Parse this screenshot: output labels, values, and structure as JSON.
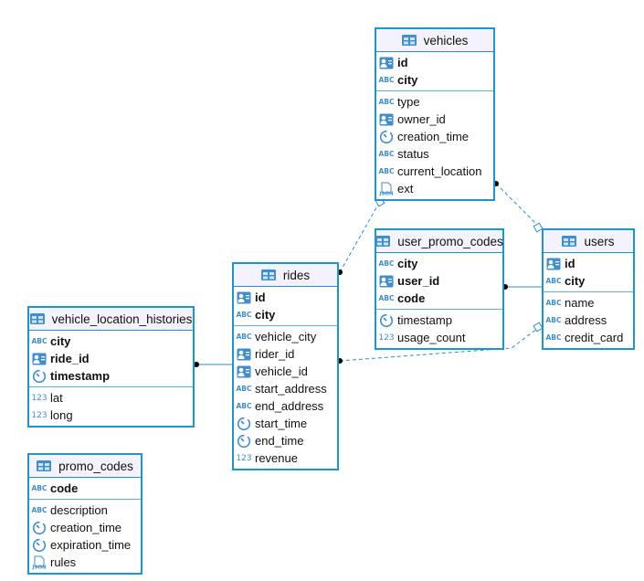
{
  "colors": {
    "border": "#1a96d4",
    "header_bg": "#f3f2fd",
    "icon": "#3f8ed0",
    "line": "#2a8fc8"
  },
  "tables": [
    {
      "id": "vehicles",
      "name": "vehicles",
      "keys": [
        {
          "name": "id",
          "icon": "key-icon"
        },
        {
          "name": "city",
          "icon": "abc-icon"
        }
      ],
      "columns": [
        {
          "name": "type",
          "icon": "abc-icon"
        },
        {
          "name": "owner_id",
          "icon": "key-icon"
        },
        {
          "name": "creation_time",
          "icon": "clock-icon"
        },
        {
          "name": "status",
          "icon": "abc-icon"
        },
        {
          "name": "current_location",
          "icon": "abc-icon"
        },
        {
          "name": "ext",
          "icon": "json-icon"
        }
      ]
    },
    {
      "id": "users",
      "name": "users",
      "keys": [
        {
          "name": "id",
          "icon": "key-icon"
        },
        {
          "name": "city",
          "icon": "abc-icon"
        }
      ],
      "columns": [
        {
          "name": "name",
          "icon": "abc-icon"
        },
        {
          "name": "address",
          "icon": "abc-icon"
        },
        {
          "name": "credit_card",
          "icon": "abc-icon"
        }
      ]
    },
    {
      "id": "user_promo_codes",
      "name": "user_promo_codes",
      "keys": [
        {
          "name": "city",
          "icon": "abc-icon"
        },
        {
          "name": "user_id",
          "icon": "key-icon"
        },
        {
          "name": "code",
          "icon": "abc-icon"
        }
      ],
      "columns": [
        {
          "name": "timestamp",
          "icon": "clock-icon"
        },
        {
          "name": "usage_count",
          "icon": "number-icon"
        }
      ]
    },
    {
      "id": "rides",
      "name": "rides",
      "keys": [
        {
          "name": "id",
          "icon": "key-icon"
        },
        {
          "name": "city",
          "icon": "abc-icon"
        }
      ],
      "columns": [
        {
          "name": "vehicle_city",
          "icon": "abc-icon"
        },
        {
          "name": "rider_id",
          "icon": "key-icon"
        },
        {
          "name": "vehicle_id",
          "icon": "key-icon"
        },
        {
          "name": "start_address",
          "icon": "abc-icon"
        },
        {
          "name": "end_address",
          "icon": "abc-icon"
        },
        {
          "name": "start_time",
          "icon": "clock-icon"
        },
        {
          "name": "end_time",
          "icon": "clock-icon"
        },
        {
          "name": "revenue",
          "icon": "number-icon"
        }
      ]
    },
    {
      "id": "vehicle_location_histories",
      "name": "vehicle_location_histories",
      "keys": [
        {
          "name": "city",
          "icon": "abc-icon"
        },
        {
          "name": "ride_id",
          "icon": "key-icon"
        },
        {
          "name": "timestamp",
          "icon": "clock-icon"
        }
      ],
      "columns": [
        {
          "name": "lat",
          "icon": "number-icon"
        },
        {
          "name": "long",
          "icon": "number-icon"
        }
      ]
    },
    {
      "id": "promo_codes",
      "name": "promo_codes",
      "keys": [
        {
          "name": "code",
          "icon": "abc-icon"
        }
      ],
      "columns": [
        {
          "name": "description",
          "icon": "abc-icon"
        },
        {
          "name": "creation_time",
          "icon": "clock-icon"
        },
        {
          "name": "expiration_time",
          "icon": "clock-icon"
        },
        {
          "name": "rules",
          "icon": "json-icon"
        }
      ]
    }
  ],
  "relationships": [
    {
      "from": "vehicles",
      "to": "users",
      "style": "dashed"
    },
    {
      "from": "rides",
      "to": "vehicles",
      "style": "dashed"
    },
    {
      "from": "user_promo_codes",
      "to": "users",
      "style": "solid"
    },
    {
      "from": "rides",
      "to": "users",
      "style": "dashed"
    },
    {
      "from": "vehicle_location_histories",
      "to": "rides",
      "style": "solid"
    }
  ]
}
